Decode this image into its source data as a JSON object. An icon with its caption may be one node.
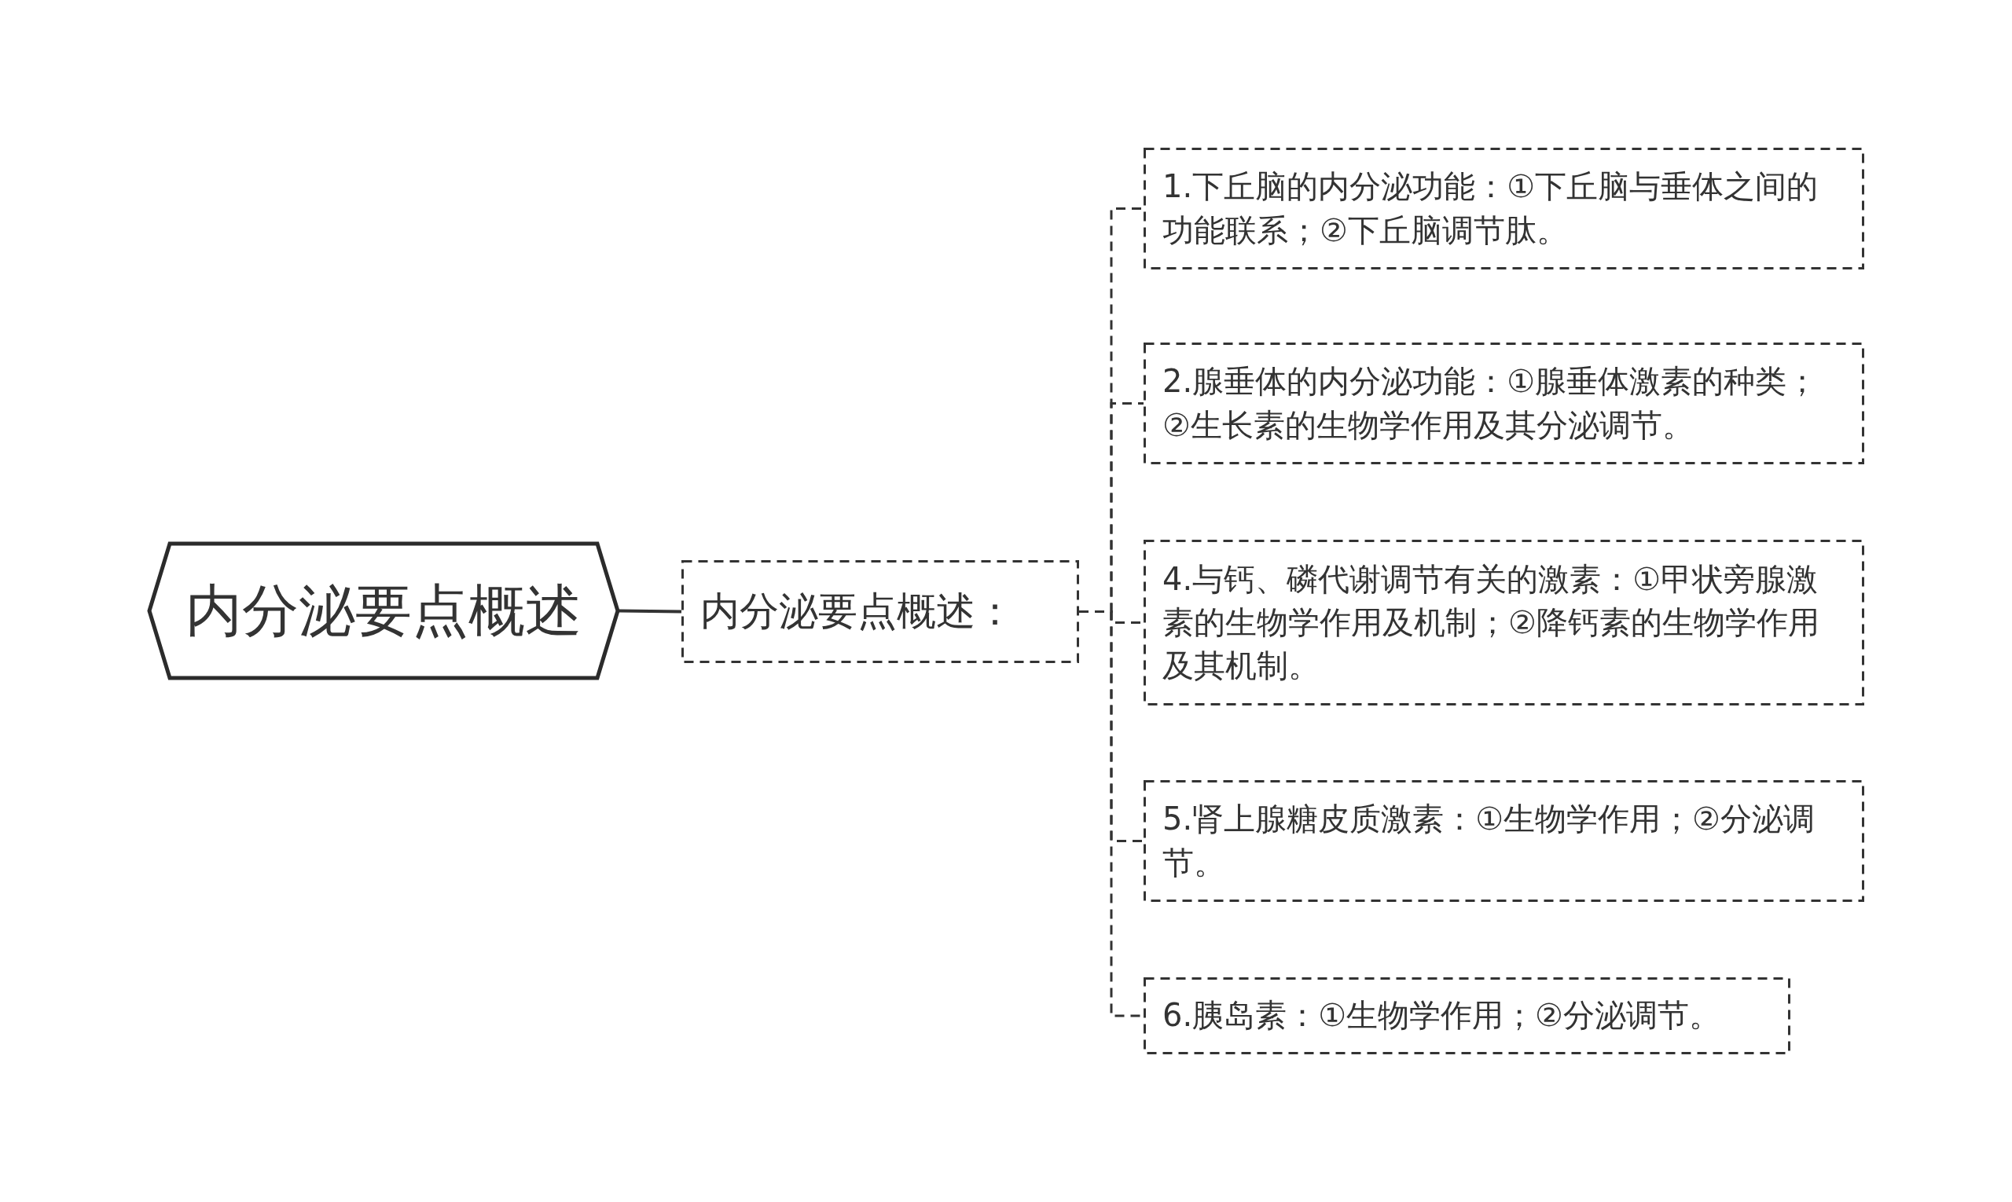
{
  "diagram": {
    "nodes": [
      {
        "text": [
          "内分泌要点概述"
        ]
      },
      {
        "text": [
          "内分泌要点概述："
        ]
      },
      {
        "text": [
          "1.下丘脑的内分泌功能：①下丘脑与垂体之间的功能联系；②下丘脑调节肽。"
        ]
      },
      {
        "text": [
          "2.腺垂体的内分泌功能：①腺垂体激素的种类；②生长素的生物学作用及其分泌调节。"
        ]
      },
      {
        "text": [
          "4.与钙、磷代谢调节有关的激素：①甲状旁腺激素的生物学作用及机制；②降钙素的生物学作用及其机制。"
        ]
      },
      {
        "text": [
          "5.肾上腺糖皮质激素：①生物学作用；②分泌调节。"
        ]
      },
      {
        "text": [
          "6.胰岛素：①生物学作用；②分泌调节。"
        ]
      }
    ],
    "edges": [
      {
        "from": 0,
        "to": 1,
        "arrow": "none"
      },
      {
        "from": 1,
        "to": 2,
        "arrow": "none",
        "style": "dashed"
      },
      {
        "from": 1,
        "to": 3,
        "arrow": "none",
        "style": "dashed"
      },
      {
        "from": 1,
        "to": 4,
        "arrow": "none",
        "style": "dashed"
      },
      {
        "from": 1,
        "to": 5,
        "arrow": "none",
        "style": "dashed"
      },
      {
        "from": 1,
        "to": 6,
        "arrow": "none",
        "style": "dashed"
      }
    ]
  }
}
